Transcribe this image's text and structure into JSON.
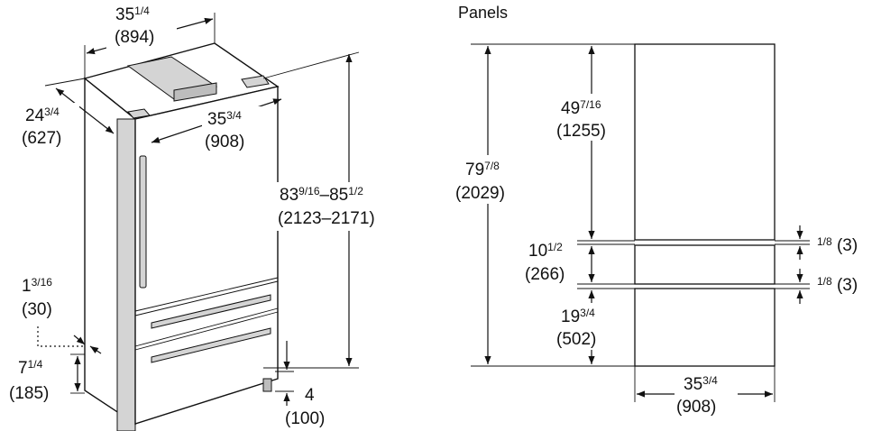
{
  "panels_title": "Panels",
  "fridge": {
    "width_whole": "35",
    "width_frac": "1/4",
    "width_mm": "(894)",
    "depth_whole": "24",
    "depth_frac": "3/4",
    "depth_mm": "(627)",
    "door_width_whole": "35",
    "door_width_frac": "3/4",
    "door_width_mm": "(908)",
    "height_a_whole": "83",
    "height_a_frac": "9/16",
    "height_b_whole": "85",
    "height_b_frac": "1/2",
    "height_mm": "(2123–2171)",
    "toekick_depth_whole": "1",
    "toekick_depth_frac": "3/16",
    "toekick_depth_mm": "(30)",
    "toekick_height_whole": "7",
    "toekick_height_frac": "1/4",
    "toekick_height_mm": "(185)",
    "leg_height_whole": "4",
    "leg_height_mm": "(100)"
  },
  "panels": {
    "total_whole": "79",
    "total_frac": "7/8",
    "total_mm": "(2029)",
    "upper_whole": "49",
    "upper_frac": "7/16",
    "upper_mm": "(1255)",
    "middle_whole": "10",
    "middle_frac": "1/2",
    "middle_mm": "(266)",
    "lower_whole": "19",
    "lower_frac": "3/4",
    "lower_mm": "(502)",
    "gap_frac": "1/8",
    "gap_mm": "(3)",
    "width_whole": "35",
    "width_frac": "3/4",
    "width_mm": "(908)"
  }
}
